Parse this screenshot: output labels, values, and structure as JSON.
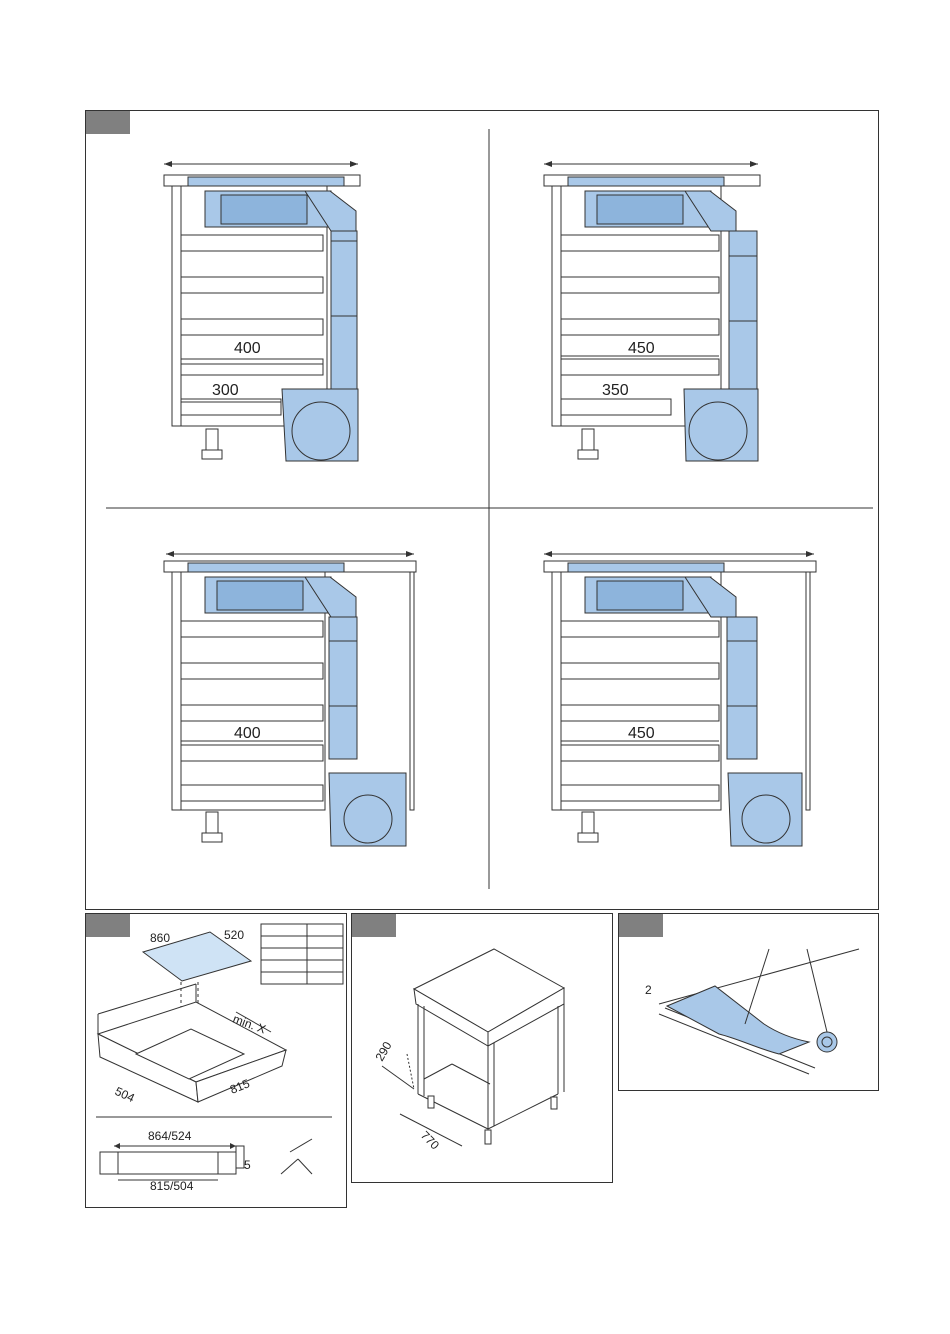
{
  "colors": {
    "duct": "#a9c8e8",
    "duct_dark": "#8db4dc",
    "line": "#333333",
    "tag": "#808080",
    "glass": "#cfe3f5"
  },
  "fig1": {
    "panel_a": {
      "dim_upper": "400",
      "dim_lower": "300"
    },
    "panel_b": {
      "dim_upper": "450",
      "dim_lower": "350"
    },
    "panel_c": {
      "dim_upper": "400"
    },
    "panel_d": {
      "dim_upper": "450"
    }
  },
  "fig2": {
    "hob_width": "860",
    "hob_depth": "520",
    "min_label": "min. X",
    "cut_depth": "504",
    "cut_width": "815",
    "section_top": "864/524",
    "section_bottom": "815/504",
    "section_depth": "5"
  },
  "fig3": {
    "height": "290",
    "depth": "770"
  },
  "fig4": {
    "gap": "2"
  }
}
